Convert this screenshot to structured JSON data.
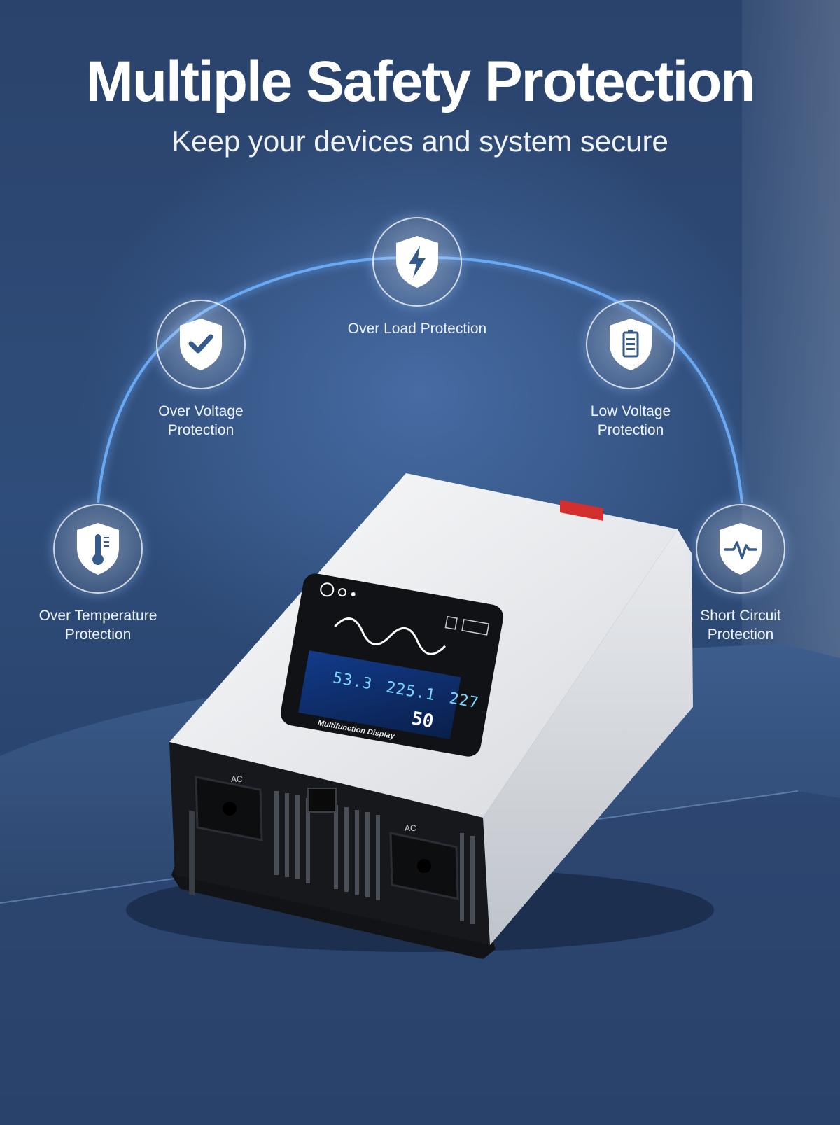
{
  "header": {
    "title": "Multiple Safety Protection",
    "subtitle": "Keep your devices and system secure"
  },
  "features": [
    {
      "icon": "thermometer-shield-icon",
      "line1": "Over Temperature",
      "line2": "Protection"
    },
    {
      "icon": "check-shield-icon",
      "line1": "Over Voltage",
      "line2": "Protection"
    },
    {
      "icon": "lightning-shield-icon",
      "line1": "Over Load Protection",
      "line2": ""
    },
    {
      "icon": "battery-shield-icon",
      "line1": "Low Voltage",
      "line2": "Protection"
    },
    {
      "icon": "pulse-shield-icon",
      "line1": "Short Circuit",
      "line2": "Protection"
    }
  ],
  "device": {
    "display_caption": "Multifunction Display",
    "socket_label_left": "AC",
    "socket_label_right": "AC",
    "readouts": {
      "left": "53.3",
      "middle": "225.1",
      "right": "227",
      "frequency": "50"
    }
  },
  "colors": {
    "background": "#22385d",
    "arc_glow": "#6fb2ff",
    "device_body": "#e8eaed",
    "accent_red": "#d32f2f"
  }
}
